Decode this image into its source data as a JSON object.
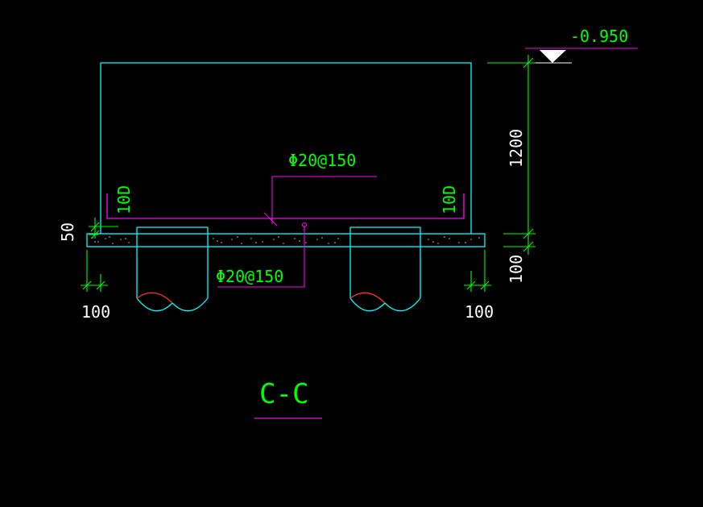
{
  "drawing": {
    "elevation_label": "-0.950",
    "section_label": "C-C",
    "rebar_top": "Φ20@150",
    "rebar_bottom": "Φ20@150",
    "anchor_left": "10D",
    "anchor_right": "10D",
    "dim_height": "1200",
    "dim_slab": "100",
    "dim_left_cover": "50",
    "dim_left_edge": "100",
    "dim_right_edge": "100"
  },
  "colors": {
    "background": "#000000",
    "outline": "#00ffff",
    "rebar": "#ff00ff",
    "text": "#00ff00",
    "dimension": "#00ff00",
    "dim_text": "#ffffff",
    "pile_end": "#ff3030"
  }
}
